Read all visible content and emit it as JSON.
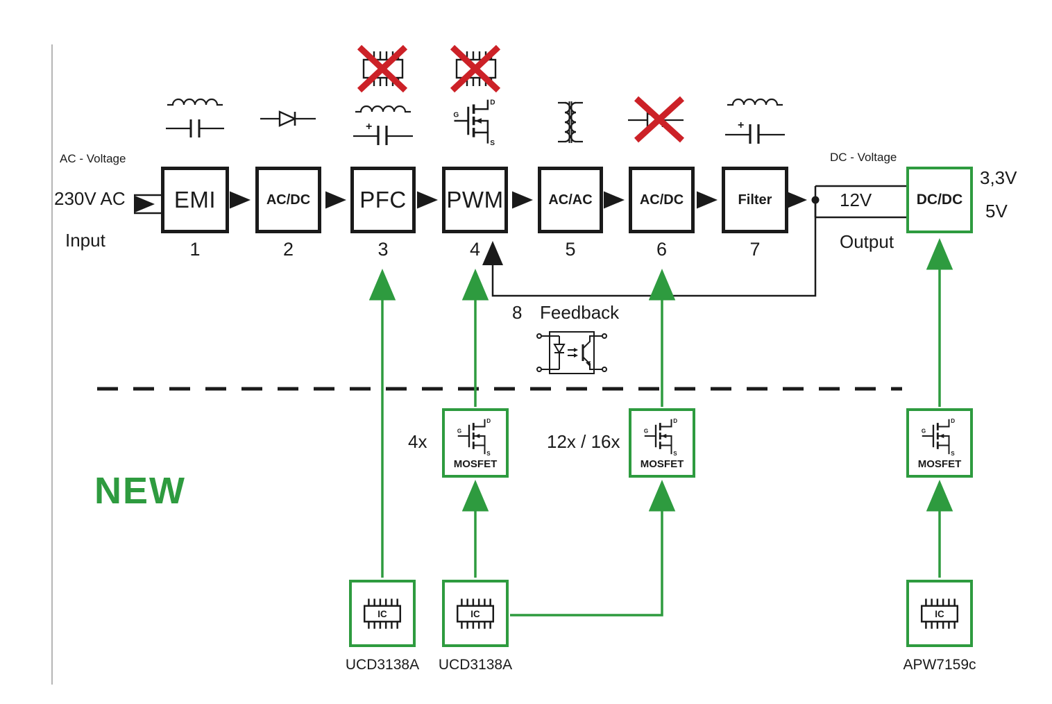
{
  "diagram": {
    "input": {
      "voltage_type": "AC - Voltage",
      "value": "230V AC",
      "label": "Input"
    },
    "output": {
      "voltage_type": "DC - Voltage",
      "rail": "12V",
      "label": "Output",
      "rail_33": "3,3V",
      "rail_5": "5V"
    },
    "feedback": {
      "number": "8",
      "label": "Feedback"
    },
    "new_label": "NEW",
    "mosfet_counts": {
      "pwm_stage": "4x",
      "rectifier_stage": "12x / 16x"
    }
  },
  "chain": {
    "blocks": [
      {
        "label": "EMI",
        "number": "1"
      },
      {
        "label": "AC/DC",
        "number": "2"
      },
      {
        "label": "PFC",
        "number": "3"
      },
      {
        "label": "PWM",
        "number": "4"
      },
      {
        "label": "AC/AC",
        "number": "5"
      },
      {
        "label": "AC/DC",
        "number": "6"
      },
      {
        "label": "Filter",
        "number": "7"
      }
    ],
    "dcdc": {
      "label": "DC/DC"
    }
  },
  "components": {
    "mosfet_label": "MOSFET",
    "ic_label": "IC",
    "ic_names": {
      "pfc": "UCD3138A",
      "pwm": "UCD3138A",
      "dcdc": "APW7159c"
    },
    "mosfet_pins": {
      "g": "G",
      "d": "D",
      "s": "S"
    },
    "polarized_plus": "+"
  },
  "colors": {
    "green": "#2e9b3f",
    "red": "#cc2127",
    "black": "#1a1a1a"
  }
}
